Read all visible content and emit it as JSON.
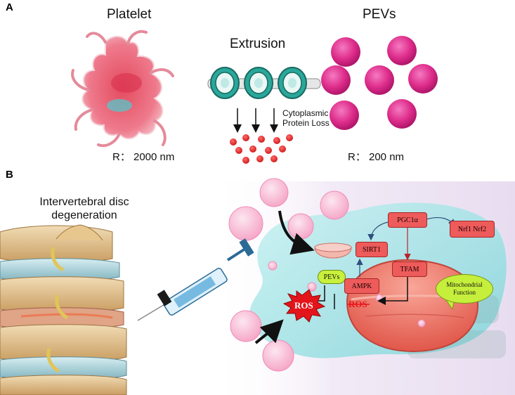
{
  "panel_a": {
    "label": "A",
    "platelet_title": "Platelet",
    "extrusion_title": "Extrusion",
    "pevs_title": "PEVs",
    "cytoplasmic_line1": "Cytoplasmic",
    "cytoplasmic_line2": "Protein Loss",
    "platelet_radius": "R： 2000 nm",
    "pevs_radius": "R： 200 nm"
  },
  "panel_b": {
    "label": "B",
    "disc_line1": "Intervertebral disc",
    "disc_line2": "degeneration",
    "pathway": {
      "pgc1a": "PGC1α",
      "sirt1": "SIRT1",
      "tfam": "TFAM",
      "ampk": "AMPK",
      "nrf": "Nrf1 Nrf2",
      "pevs": "PEVs",
      "ros_burst": "ROS",
      "ros_strike": "ROS",
      "mito_line1": "Mitochondrial",
      "mito_line2": "Function"
    }
  },
  "colors": {
    "vesicle_magenta": "#e0338f",
    "cell_teal": "#9ee6e8",
    "mitochondrion": "#f07a6a",
    "node_red": "#ee5b5b",
    "highlight_green": "#c8f03c",
    "ros_red": "#e8141a"
  }
}
